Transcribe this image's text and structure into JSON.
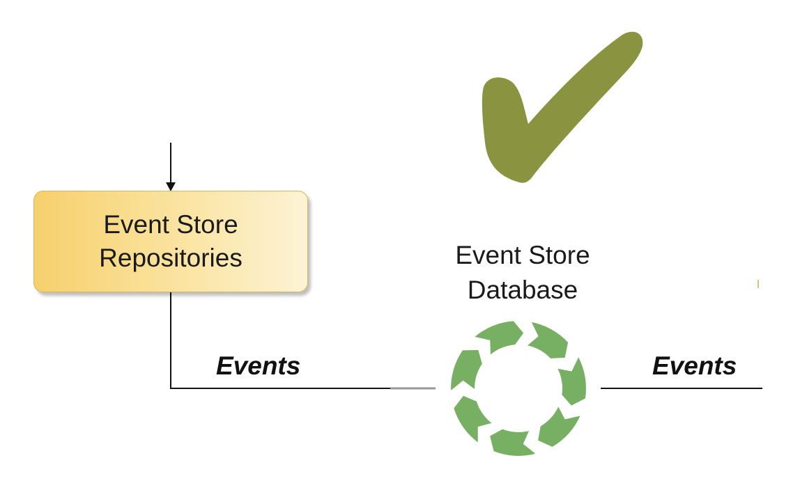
{
  "nodes": {
    "repositories": {
      "line1": "Event Store",
      "line2": "Repositories"
    },
    "database": {
      "line1": "Event Store",
      "line2": "Database"
    }
  },
  "edges": {
    "left_label": "Events",
    "right_label": "Events"
  },
  "icons": {
    "checkmark": "check-mark-icon",
    "database": "circular-arrows-icon"
  },
  "colors": {
    "box_fill": "#f6d06c",
    "box_border": "#d6b656",
    "checkmark": "#8a9440",
    "cycle": "#77b062"
  }
}
